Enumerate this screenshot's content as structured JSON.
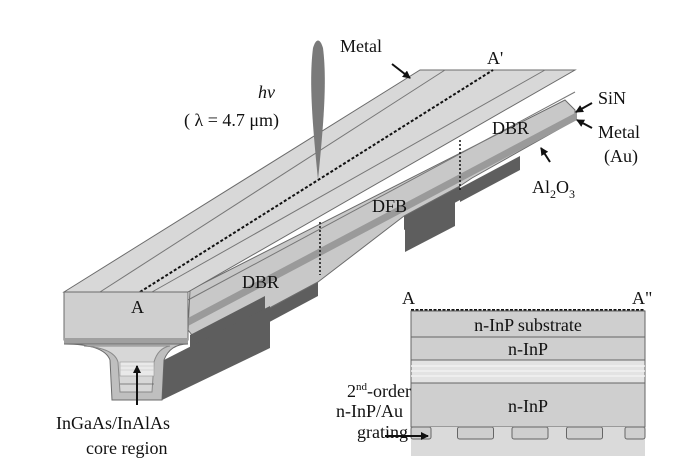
{
  "labels": {
    "hv": "hν",
    "wavelength": "( λ = 4.7 μm)",
    "metal_top": "Metal",
    "a_prime": "A'",
    "sin": "SiN",
    "metal_au_line1": "Metal",
    "metal_au_line2": "(Au)",
    "al2o3_base": "Al",
    "al2o3_sub1": "2",
    "al2o3_mid": "O",
    "al2o3_sub2": "3",
    "dbr_back": "DBR",
    "dfb": "DFB",
    "dbr_front": "DBR",
    "a_front": "A",
    "core_line1": "InGaAs/InAlAs",
    "core_line2": "core region"
  },
  "cross_section": {
    "left_label": "A",
    "right_label": "A\"",
    "layers": [
      "n-InP substrate",
      "n-InP",
      "",
      "n-InP"
    ],
    "grating_label_line1_base": "2",
    "grating_label_line1_sup": "nd",
    "grating_label_line1_rest": "-order",
    "grating_label_line2": "n-InP/Au",
    "grating_label_line3": "grating",
    "grating_teeth": 5
  },
  "colors": {
    "top_face": "#d6d6d6",
    "front_face": "#cfcfcf",
    "side_face": "#c4c4c4",
    "dark_metal": "#5e5e5e",
    "beam": "#7a7a7a",
    "edge": "#6b6b6b"
  }
}
